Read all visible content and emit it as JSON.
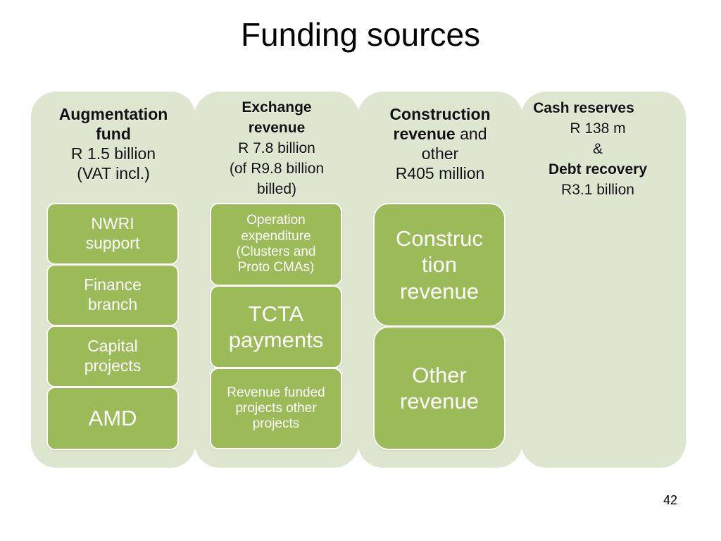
{
  "slide": {
    "title": "Funding sources",
    "page_number": "42"
  },
  "columns": [
    {
      "head_lines": [
        "Augmentation",
        "fund",
        "R 1.5 billion",
        "(VAT incl.)"
      ],
      "boxes": [
        "NWRI support",
        "Finance branch",
        "Capital projects",
        "AMD"
      ]
    },
    {
      "head_lines": [
        "Exchange",
        "revenue",
        "R 7.8 billion",
        "(of R9.8 billion",
        "billed)"
      ],
      "boxes": [
        "Operation expenditure (Clusters and Proto CMAs)",
        "TCTA payments",
        "Revenue funded projects other projects"
      ]
    },
    {
      "head_lines": [
        "Construction",
        "revenue",
        "and",
        "other",
        "R405 million"
      ],
      "boxes": [
        "Construc tion revenue",
        "Other revenue"
      ]
    },
    {
      "head_lines": [
        "Cash reserves",
        "R 138 m",
        "&",
        "Debt recovery",
        "R3.1 billion"
      ],
      "boxes": []
    }
  ],
  "colors": {
    "column_bg": "#dde6cf",
    "box_fill": "#9bbb59",
    "box_border": "#ffffff"
  }
}
